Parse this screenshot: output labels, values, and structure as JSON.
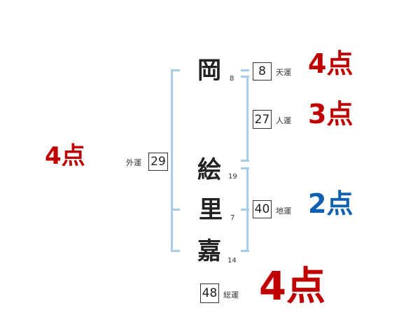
{
  "name": {
    "chars": [
      {
        "char": "岡",
        "strokes": "8"
      },
      {
        "char": "絵",
        "strokes": "19"
      },
      {
        "char": "里",
        "strokes": "7"
      },
      {
        "char": "嘉",
        "strokes": "14"
      }
    ]
  },
  "fortunes": {
    "tenkaku": {
      "label": "天運",
      "value": "8",
      "score": "4点",
      "color": "#c00000"
    },
    "jinkaku": {
      "label": "人運",
      "value": "27",
      "score": "3点",
      "color": "#c00000"
    },
    "chikaku": {
      "label": "地運",
      "value": "40",
      "score": "2点",
      "color": "#1060b0"
    },
    "gaikaku": {
      "label": "外運",
      "value": "29",
      "score": "4点",
      "color": "#c00000"
    },
    "soukaku": {
      "label": "総運",
      "value": "48",
      "score": "4点",
      "color": "#c00000"
    }
  },
  "colors": {
    "bracket": "#a8cde6",
    "good": "#c00000",
    "neutral": "#1060b0"
  }
}
